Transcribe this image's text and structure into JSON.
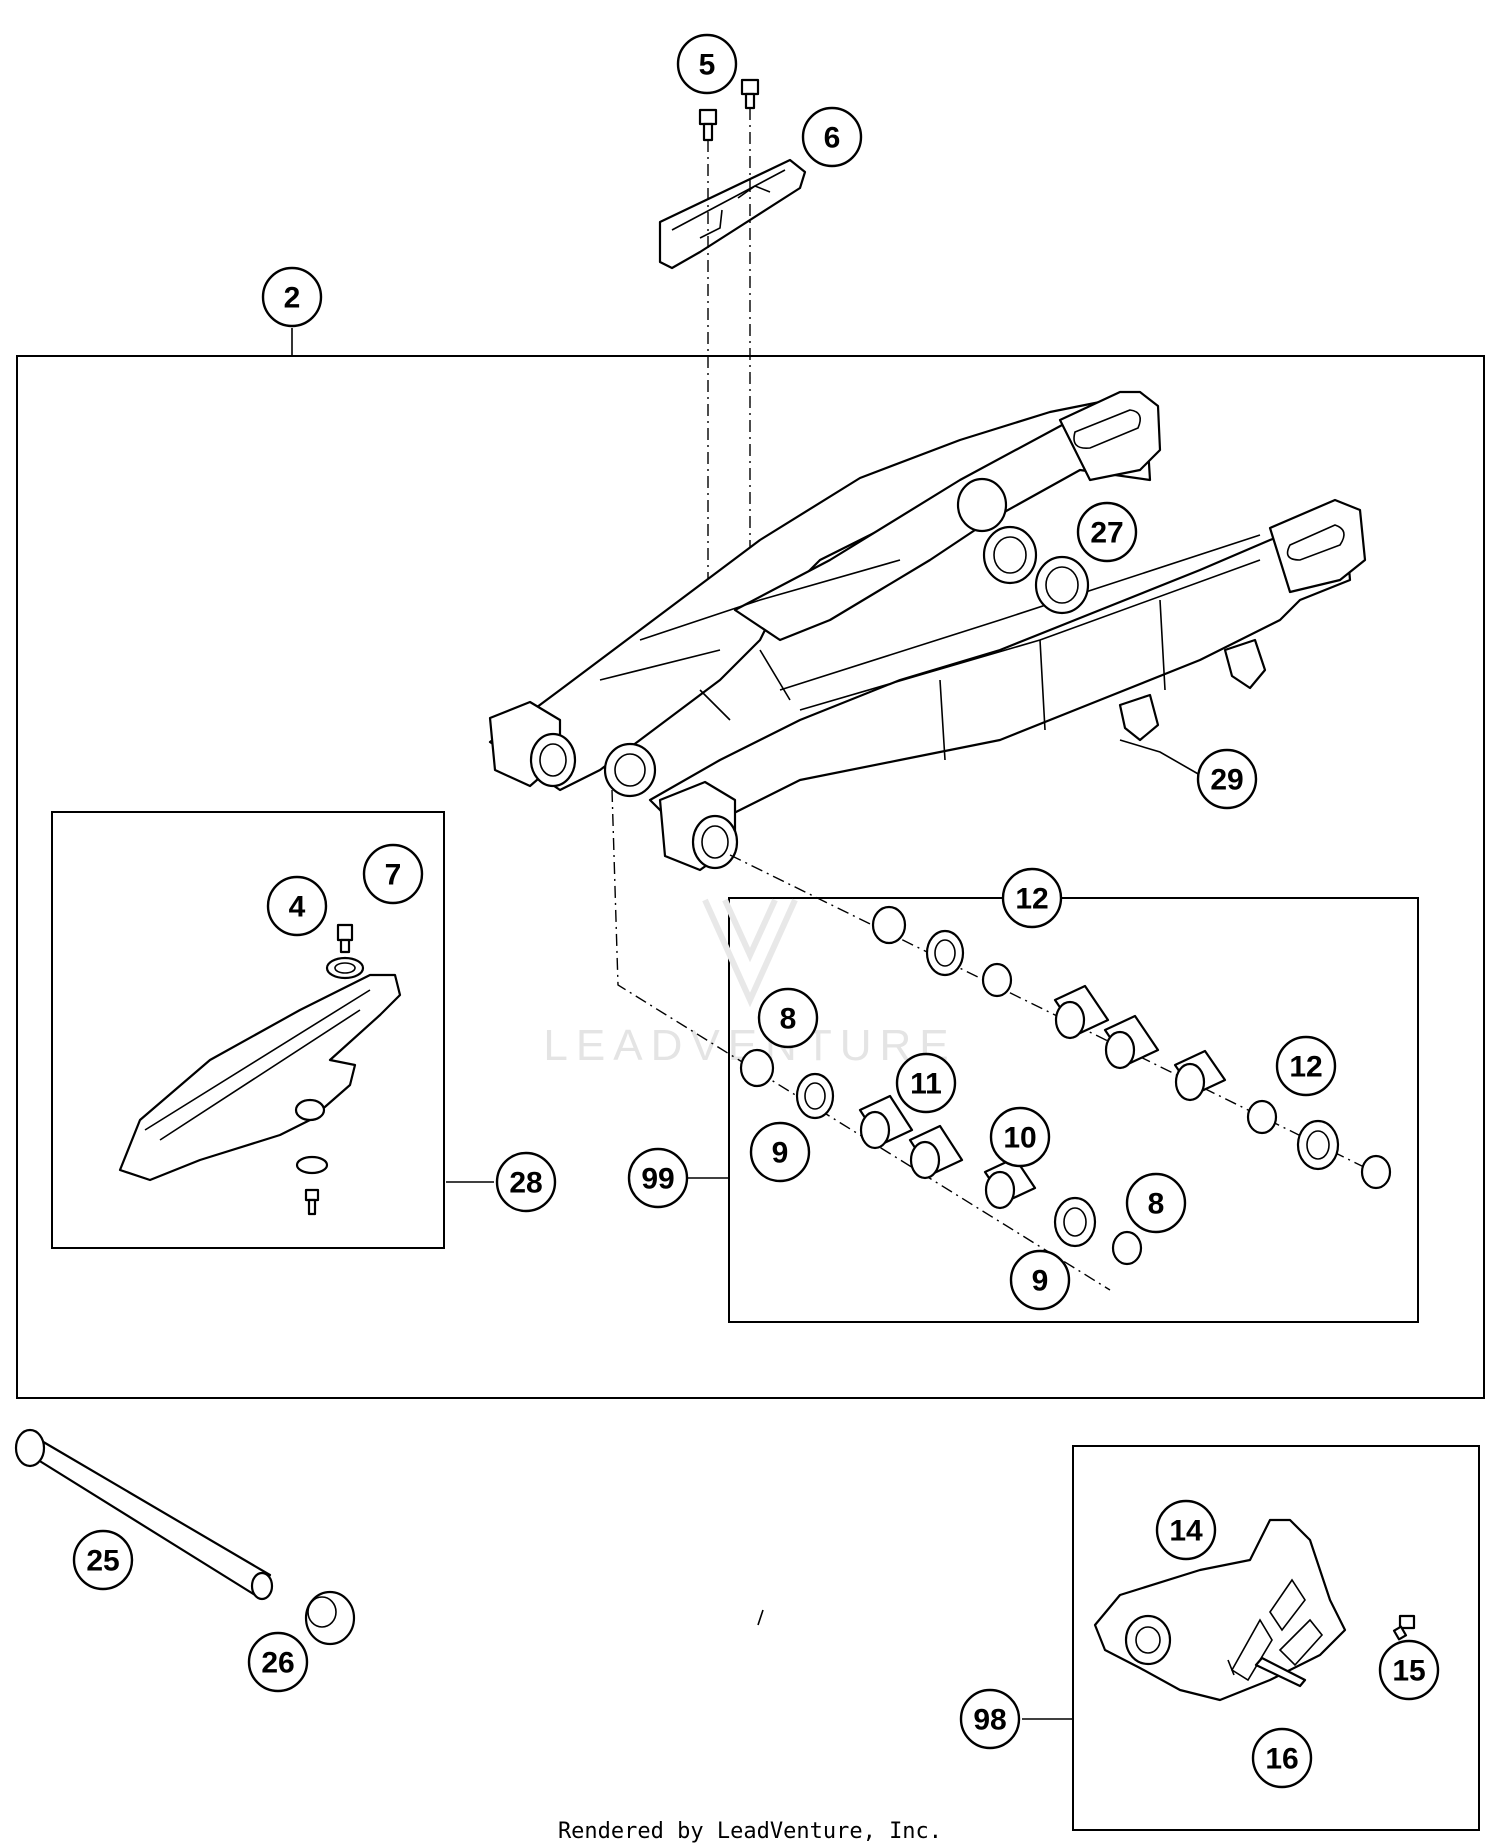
{
  "footer": "Rendered by LeadVenture, Inc.",
  "watermark": "LEADVENTURE",
  "callouts": [
    {
      "id": "c5",
      "label": "5"
    },
    {
      "id": "c6",
      "label": "6"
    },
    {
      "id": "c2",
      "label": "2"
    },
    {
      "id": "c27",
      "label": "27"
    },
    {
      "id": "c29",
      "label": "29"
    },
    {
      "id": "c7",
      "label": "7"
    },
    {
      "id": "c4",
      "label": "4"
    },
    {
      "id": "c28",
      "label": "28"
    },
    {
      "id": "c12a",
      "label": "12"
    },
    {
      "id": "c8a",
      "label": "8"
    },
    {
      "id": "c11",
      "label": "11"
    },
    {
      "id": "c12b",
      "label": "12"
    },
    {
      "id": "c9a",
      "label": "9"
    },
    {
      "id": "c10",
      "label": "10"
    },
    {
      "id": "c99",
      "label": "99"
    },
    {
      "id": "c8b",
      "label": "8"
    },
    {
      "id": "c9b",
      "label": "9"
    },
    {
      "id": "c25",
      "label": "25"
    },
    {
      "id": "c26",
      "label": "26"
    },
    {
      "id": "c14",
      "label": "14"
    },
    {
      "id": "c15",
      "label": "15"
    },
    {
      "id": "c98",
      "label": "98"
    },
    {
      "id": "c16",
      "label": "16"
    }
  ]
}
